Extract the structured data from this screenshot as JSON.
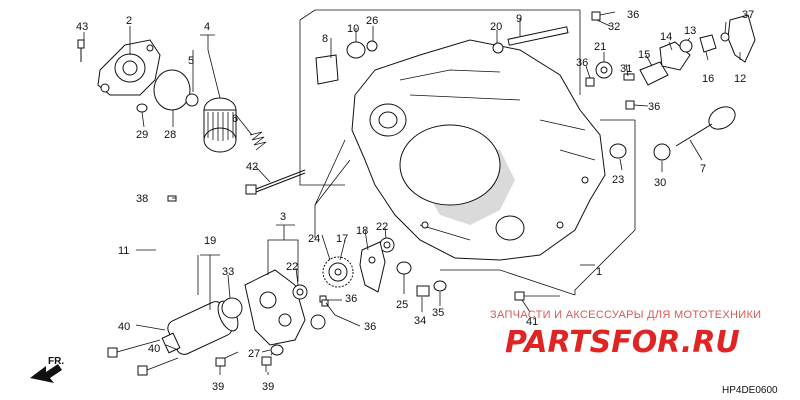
{
  "diagram": {
    "code": "HP4DE0600",
    "direction_label": "FR.",
    "callouts": [
      "1",
      "2",
      "3",
      "4",
      "5",
      "6",
      "7",
      "8",
      "9",
      "10",
      "11",
      "12",
      "13",
      "14",
      "15",
      "16",
      "17",
      "18",
      "19",
      "20",
      "21",
      "22",
      "22",
      "23",
      "24",
      "25",
      "26",
      "27",
      "28",
      "29",
      "30",
      "31",
      "32",
      "33",
      "34",
      "35",
      "36",
      "36",
      "36",
      "36",
      "36",
      "37",
      "38",
      "39",
      "39",
      "40",
      "40",
      "41",
      "42",
      "43"
    ]
  },
  "watermark": {
    "caption": "ЗАПЧАСТИ И АКСЕССУАРЫ ДЛЯ МОТОТЕХНИКИ",
    "logo_text": "PARTSFOR.RU"
  }
}
